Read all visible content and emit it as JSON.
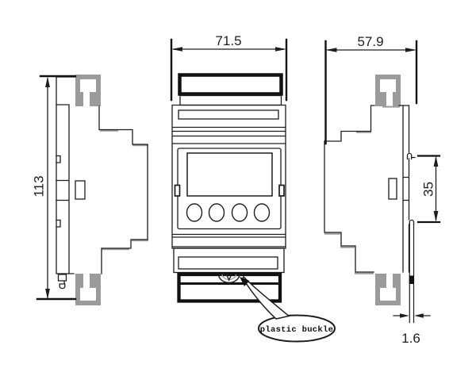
{
  "drawing": {
    "dimensions": {
      "overall_height": "113",
      "front_width": "71.5",
      "side_depth": "57.9",
      "din_rail_span": "35",
      "buckle_thickness": "1.6"
    },
    "callout": {
      "label": "plastic buckle"
    },
    "colors": {
      "line": "#1d1d1d",
      "heavy_line": "#111111",
      "clip_gray": "#9b9b9b",
      "background": "#ffffff"
    }
  }
}
